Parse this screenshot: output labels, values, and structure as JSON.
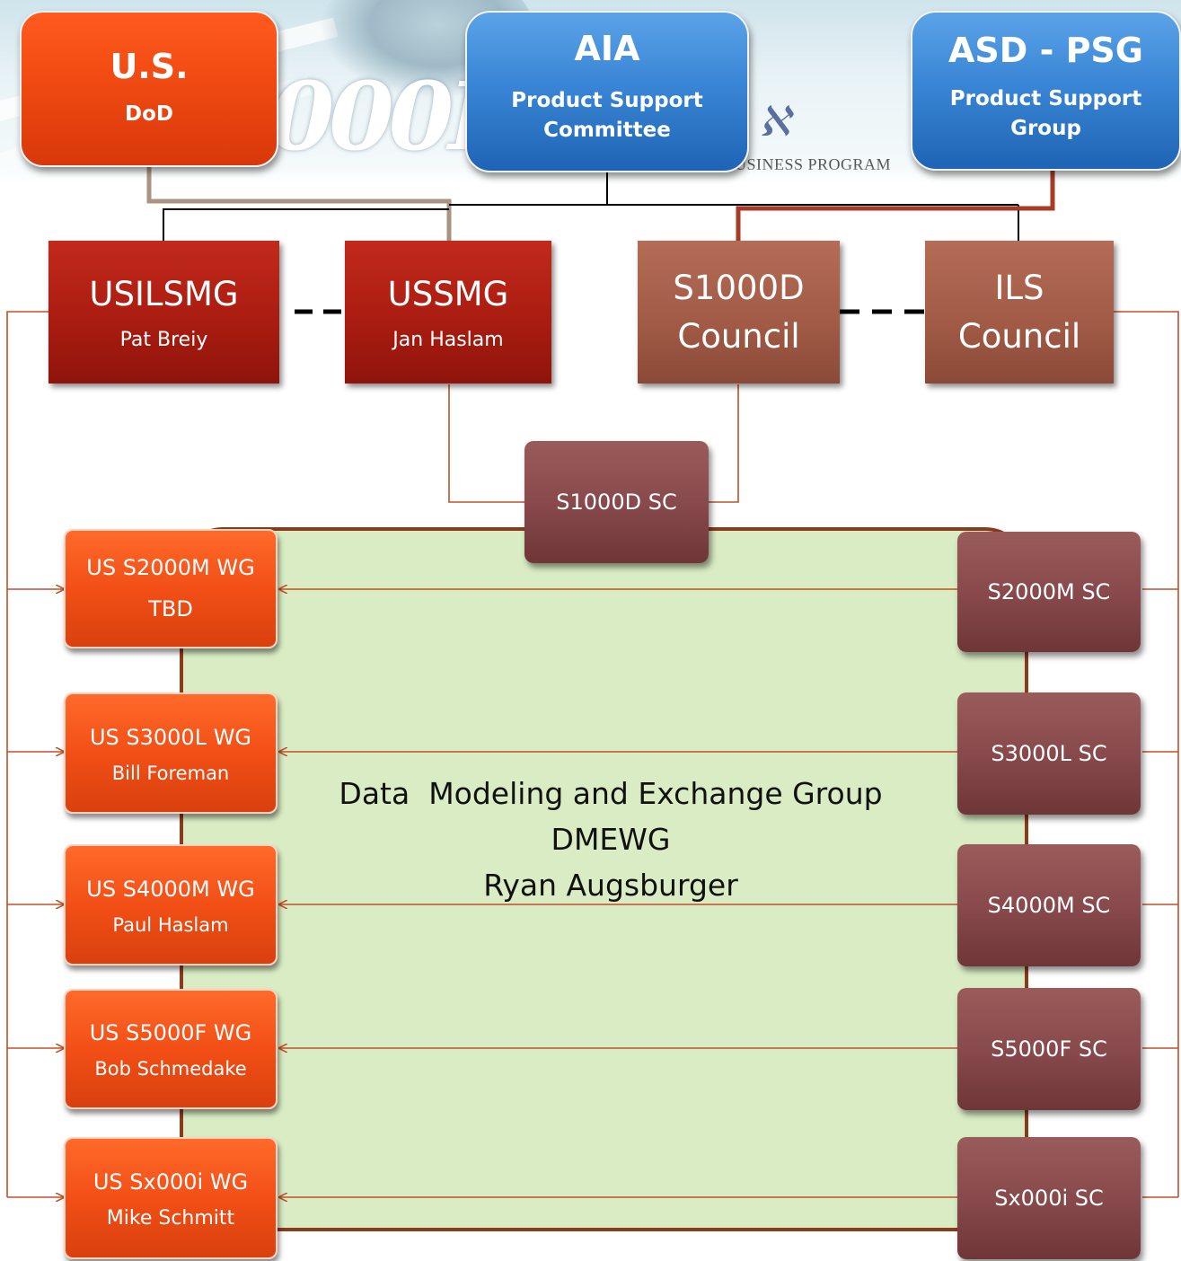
{
  "top": {
    "us": {
      "title": "U.S.",
      "subtitle": "DoD"
    },
    "aia": {
      "title": "AIA",
      "subtitle": "Product Support Committee"
    },
    "asd": {
      "title": "ASD - PSG",
      "subtitle": "Product Support Group"
    }
  },
  "banner": {
    "watermark": "000D",
    "program": "USINESS PROGRAM"
  },
  "councils": [
    {
      "title": "USILSMG",
      "name": "Pat Breiy"
    },
    {
      "title": "USSMG",
      "name": "Jan Haslam"
    },
    {
      "title": "S1000D Council",
      "name": ""
    },
    {
      "title": "ILS Council",
      "name": ""
    }
  ],
  "s1000d_sc": "S1000D SC",
  "working_groups": [
    {
      "title": "US S2000M WG",
      "name": "TBD"
    },
    {
      "title": "US S3000L WG",
      "name": "Bill Foreman"
    },
    {
      "title": "US S4000M WG",
      "name": "Paul Haslam"
    },
    {
      "title": "US S5000F WG",
      "name": "Bob Schmedake"
    },
    {
      "title": "US Sx000i WG",
      "name": "Mike Schmitt"
    }
  ],
  "steering_committees": [
    "S2000M SC",
    "S3000L SC",
    "S4000M SC",
    "S5000F SC",
    "Sx000i SC"
  ],
  "dmewg": {
    "line1": "Data  Modeling and Exchange Group",
    "line2": "DMEWG",
    "line3": "Ryan Augsburger"
  },
  "colors": {
    "connector_red": "#c0502a",
    "panel_green": "#d9ecc4",
    "panel_border": "#8b3a1a"
  }
}
